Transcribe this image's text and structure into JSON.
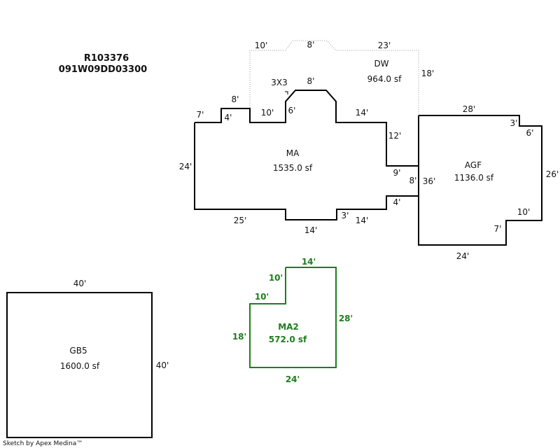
{
  "header": {
    "parcel_id": "R103376",
    "account_id": "091W09DD03300"
  },
  "footer": {
    "credit": "Sketch by Apex Medina™"
  },
  "colors": {
    "outline": "#000000",
    "dotted": "#9a9a9a",
    "ma2": "#1e7d1e"
  },
  "areas": {
    "dw": {
      "name": "DW",
      "area": "964.0 sf"
    },
    "ma": {
      "name": "MA",
      "area": "1535.0 sf"
    },
    "agf": {
      "name": "AGF",
      "area": "1136.0 sf"
    },
    "gb5": {
      "name": "GB5",
      "area": "1600.0 sf"
    },
    "ma2": {
      "name": "MA2",
      "area": "572.0 sf"
    }
  },
  "dimensions": {
    "dw_top_left": "10'",
    "dw_top_mid": "8'",
    "dw_top_right": "23'",
    "dw_right": "18'",
    "dw_bump_label": "3X3",
    "dw_bump_top": "8'",
    "ma_step_top": "8'",
    "ma_step_inner": "4'",
    "ma_left_top": "7'",
    "ma_top_mid": "10'",
    "ma_bump_left": "6'",
    "ma_top_right": "14'",
    "ma_right_upper": "12'",
    "ma_right_notch": "9'",
    "ma_left": "24'",
    "ma_shared": "8'",
    "ma_right_lower": "4'",
    "ma_bottom_left": "25'",
    "ma_bottom_mid": "14'",
    "ma_bottom_step": "3'",
    "ma_bottom_right": "14'",
    "agf_top": "28'",
    "agf_step_h": "3'",
    "agf_step_v": "6'",
    "agf_left": "36'",
    "agf_right": "26'",
    "agf_notch_h": "10'",
    "agf_notch_v": "7'",
    "agf_bottom": "24'",
    "gb5_top": "40'",
    "gb5_right": "40'",
    "ma2_top": "14'",
    "ma2_notch_v": "10'",
    "ma2_notch_h": "10'",
    "ma2_left": "18'",
    "ma2_right": "28'",
    "ma2_bottom": "24'"
  }
}
